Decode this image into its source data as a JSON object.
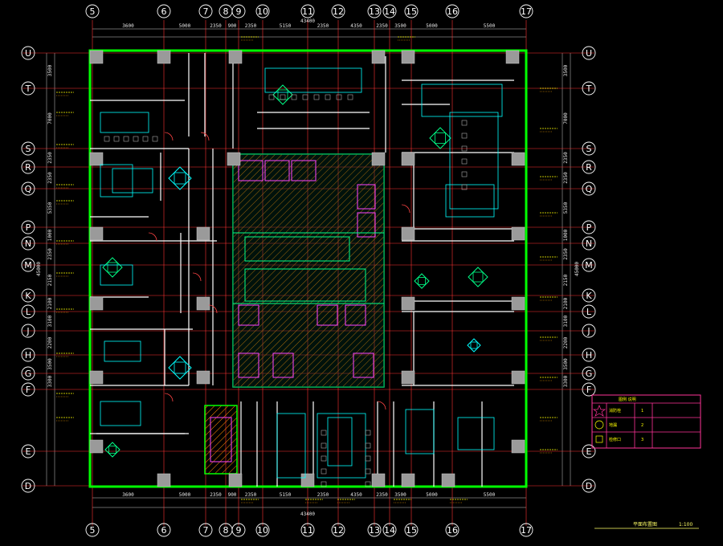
{
  "grid": {
    "top_labels": [
      "5",
      "6",
      "7",
      "8",
      "9",
      "10",
      "11",
      "12",
      "13",
      "14",
      "15",
      "16",
      "17"
    ],
    "side_labels": [
      "U",
      "T",
      "S",
      "R",
      "Q",
      "P",
      "N",
      "M",
      "K",
      "L",
      "J",
      "H",
      "G",
      "F",
      "E",
      "D"
    ],
    "side_labels_order_note": ""
  },
  "dimensions": {
    "top_segments": [
      "3600",
      "5000",
      "2350",
      "900",
      "2350",
      "5150",
      "2350",
      "4350",
      "2350",
      "3500",
      "5000",
      "5500"
    ],
    "top_total": "43400",
    "bottom_total": "43400",
    "left_segments": [
      "3500",
      "7000",
      "2350",
      "2350",
      "5350",
      "1000",
      "2350",
      "2150",
      "2100",
      "3100",
      "2200",
      "3500",
      "3300"
    ],
    "right_segments": [
      "3500",
      "7000",
      "2350",
      "2350",
      "5350",
      "1000",
      "2350",
      "2150",
      "2100",
      "3100",
      "2200",
      "3500",
      "3300"
    ],
    "side_total": "45000"
  },
  "legend": {
    "header": "图例 说明",
    "rows": [
      {
        "symbol": "star-icon",
        "name": "消防栓",
        "code": "1",
        "note": ""
      },
      {
        "symbol": "circle-diamond-icon",
        "name": "地漏",
        "code": "2",
        "note": ""
      },
      {
        "symbol": "square-icon",
        "name": "检修口",
        "code": "3",
        "note": ""
      }
    ]
  },
  "title_block": {
    "drawing_name": "平面布置图",
    "scale": "1:100"
  },
  "colors": {
    "boundary": "#00ff00",
    "grid": "#ff3333",
    "walls": "#ffffff",
    "hatch": "#ff8800",
    "furniture": "#00ffff",
    "text": "#ffff00",
    "columns": "#9a9a9a"
  }
}
